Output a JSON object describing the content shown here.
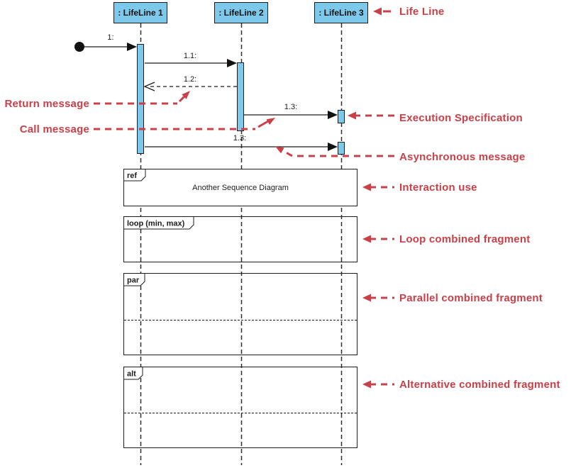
{
  "diagram": {
    "lifelines": [
      {
        "name": ": LifeLine 1"
      },
      {
        "name": ": LifeLine 2"
      },
      {
        "name": ": LifeLine 3"
      }
    ],
    "messages": {
      "m1": "1:",
      "m2": "1.1:",
      "m3": "1.2:",
      "m4": "1.3:",
      "m5": "1.3:"
    },
    "fragments": {
      "ref": {
        "operator": "ref",
        "body": "Another Sequence Diagram"
      },
      "loop": {
        "operator": "loop (min, max)"
      },
      "par": {
        "operator": "par"
      },
      "alt": {
        "operator": "alt"
      }
    }
  },
  "annotations": {
    "life_line": "Life Line",
    "return_message": "Return message",
    "call_message": "Call message",
    "execution_specification": "Execution Specification",
    "asynchronous_message": "Asynchronous message",
    "interaction_use": "Interaction use",
    "loop_fragment": "Loop combined fragment",
    "parallel_fragment": "Parallel combined fragment",
    "alternative_fragment": "Alternative combined fragment"
  },
  "colors": {
    "lifeline_fill": "#7cc9ec",
    "annotation_red": "#c84149",
    "line_black": "#1c1c1c"
  }
}
